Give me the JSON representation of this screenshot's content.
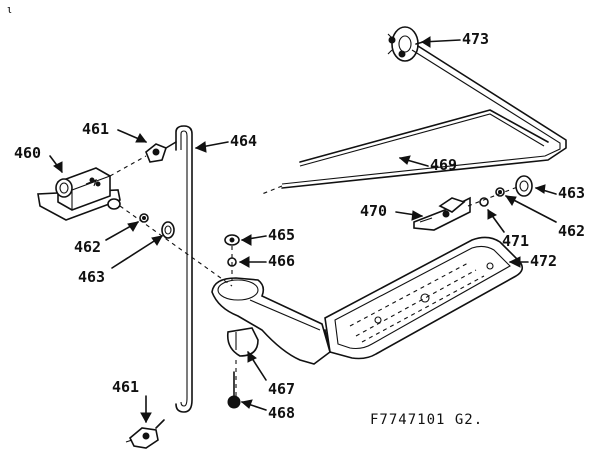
{
  "labels": {
    "p460": "460",
    "p461_top": "461",
    "p461_bottom": "461",
    "p462_left": "462",
    "p462_right": "462",
    "p463_left": "463",
    "p463_right": "463",
    "p464": "464",
    "p465": "465",
    "p466": "466",
    "p467": "467",
    "p468": "468",
    "p469": "469",
    "p470": "470",
    "p471": "471",
    "p472": "472",
    "p473": "473"
  },
  "figure_code": "F7747101 G2.",
  "corner_mark": "ι"
}
